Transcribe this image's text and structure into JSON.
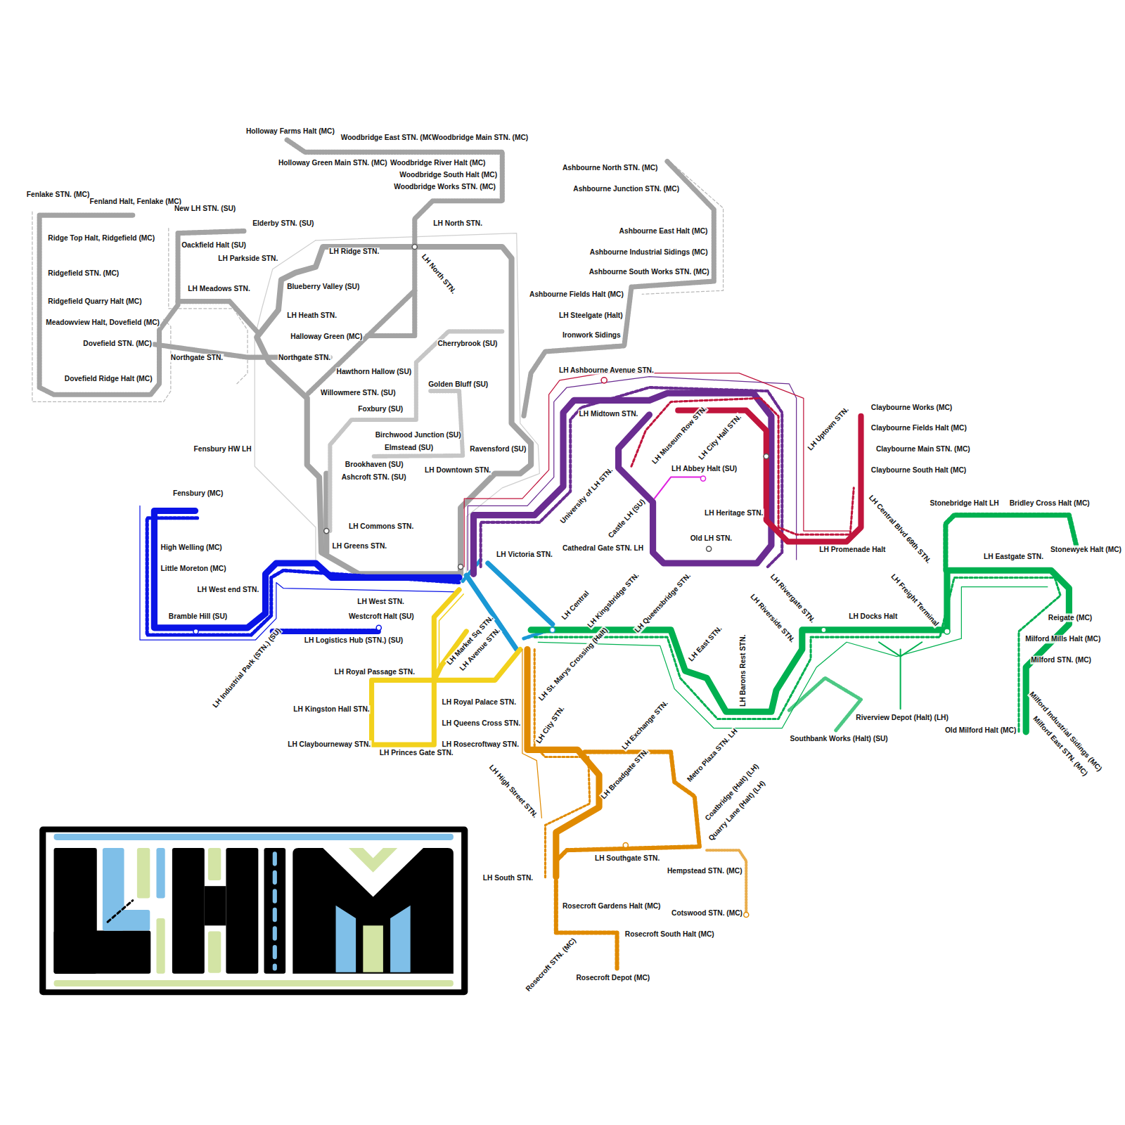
{
  "diagram": {
    "labels": [
      "Holloway Farms Halt (MC)",
      "Woodbridge East STN. (MC)",
      "Woodbridge Main STN. (MC)",
      "Holloway Green Main STN. (MC)",
      "Woodbridge River Halt (MC)",
      "Woodbridge South Halt (MC)",
      "Woodbridge Works STN. (MC)",
      "Fenlake STN. (MC)",
      "Fenland Halt, Fenlake (MC)",
      "New LH STN. (SU)",
      "Elderby STN. (SU)",
      "LH North STN.",
      "Ridge Top Halt, Ridgefield (MC)",
      "Oackfield Halt (SU)",
      "LH Ridge STN.",
      "LH North STN.",
      "LH Parkside STN.",
      "Ridgefield STN. (MC)",
      "Blueberry Valley (SU)",
      "LH Meadows STN.",
      "Ridgefield Quarry Halt (MC)",
      "LH Heath STN.",
      "Meadowview Halt, Dovefield (MC)",
      "Halloway Green (MC)",
      "Dovefield STN. (MC)",
      "Cherrybrook (SU)",
      "Northgate STN.",
      "Northgate STN.",
      "Hawthorn Hallow (SU)",
      "Dovefield Ridge Halt (MC)",
      "Golden Bluff (SU)",
      "Willowmere STN. (SU)",
      "Foxbury (SU)",
      "Birchwood Junction (SU)",
      "Elmstead (SU)",
      "Fensbury HW LH",
      "Ravensford (SU)",
      "Brookhaven (SU)",
      "LH Downtown STN.",
      "Ashcroft STN. (SU)",
      "LH Commons STN.",
      "LH Greens STN.",
      "Ashbourne North STN. (MC)",
      "Ashbourne Junction STN. (MC)",
      "Ashbourne East Halt (MC)",
      "Ashbourne Industrial Sidings (MC)",
      "Ashbourne South Works STN. (MC)",
      "Ashbourne Fields Halt (MC)",
      "LH Steelgate (Halt)",
      "Ironwork Sidings",
      "LH Ashbourne Avenue STN.",
      "LH Midtown STN.",
      "LH Museum Row STN.",
      "LH City Hall STN.",
      "LH Uptown STN.",
      "LH Abbey Halt (SU)",
      "University of LH STN.",
      "Castle LH (SU)",
      "LH Heritage STN.",
      "Cathedral Gate STN. LH",
      "Old LH STN.",
      "LH Promenade Halt",
      "LH Victoria STN.",
      "Claybourne Works (MC)",
      "Claybourne Fields Halt (MC)",
      "Claybourne Main STN. (MC)",
      "Claybourne South Halt (MC)",
      "LH Central Blvd 69th STN.",
      "Fensbury (MC)",
      "High Welling (MC)",
      "Little Moreton (MC)",
      "LH West end STN.",
      "LH West STN.",
      "Bramble Hill (SU)",
      "Westcroft Halt (SU)",
      "LH Logistics Hub (STN.) (SU)",
      "LH Industrial Park (STN.) (SU)",
      "LH Central",
      "LH Market Sq STN.",
      "LH Avenue STN.",
      "LH Royal Passage STN.",
      "LH Royal Palace STN.",
      "LH Kingston Hall STN.",
      "LH Queens Cross STN.",
      "LH Claybourneway STN.",
      "LH Rosecroftway STN.",
      "LH Princes Gate STN.",
      "LH Kingsbridge STN.",
      "LH Queensbridge STN.",
      "LH St. Marys Crossing (Halt)",
      "LH East STN.",
      "LH Riverside STN.",
      "LH Rivergate STN.",
      "LH Barons Rest STN.",
      "LH Docks Halt",
      "LH Freight Terminal",
      "Stonebridge Halt LH",
      "Bridley Cross Halt (MC)",
      "Stonewyek Halt (MC)",
      "LH Eastgate STN.",
      "Reigate (MC)",
      "Milford Mills Halt (MC)",
      "Milford STN. (MC)",
      "Milford Industrial Sidings (MC)",
      "Milford East STN. (MC)",
      "Old Milford Halt (MC)",
      "Riverview Depot (Halt) (LH)",
      "Southbank Works (Halt) (SU)",
      "LH City STN.",
      "LH Exchange STN.",
      "LH Broadgate STN.",
      "Metro Plaza STN. LH",
      "Coatbridge (Halt) (LH)",
      "Quarry Lane (Halt) (LH)",
      "LH High Street STN.",
      "LH Southgate STN.",
      "Hempstead STN. (MC)",
      "LH South STN.",
      "Rosecroft Gardens Halt (MC)",
      "Cotswood STN. (MC)",
      "Rosecroft South Halt (MC)",
      "Rosecroft STN. (MC)",
      "Rosecroft Depot (MC)"
    ]
  }
}
